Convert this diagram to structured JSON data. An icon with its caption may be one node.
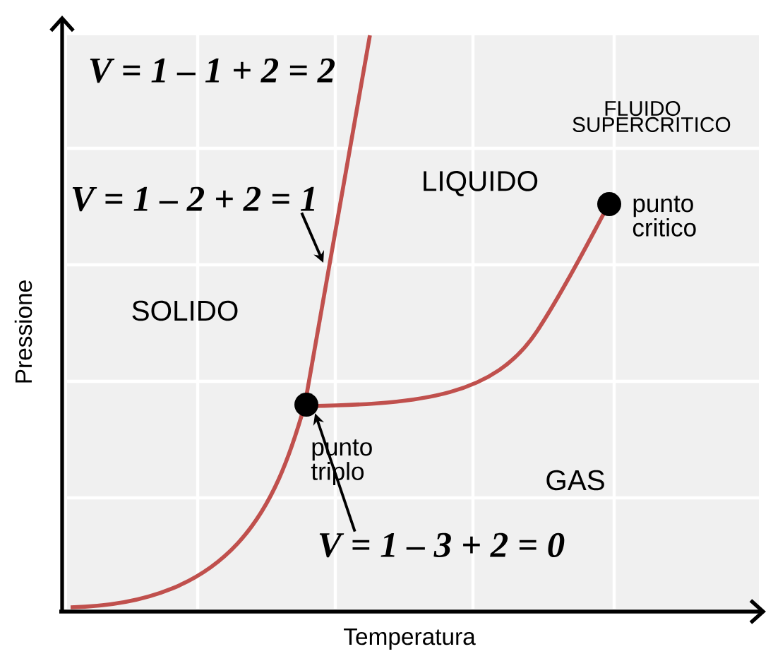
{
  "diagram": {
    "nodes": [
      {
        "text": [
          "V = 1 – 2 + 2 = 1"
        ]
      },
      {
        "text": [
          "V = 1 – 3 + 2 = 0"
        ]
      },
      {
        "text": [],
        "shape": "circle",
        "beside": [
          "punto triplo"
        ]
      },
      {
        "text": [],
        "shape": "circle",
        "beside": [
          "punto critico"
        ]
      }
    ],
    "edges": [
      {
        "from": 0,
        "to": null,
        "arrow": "to"
      },
      {
        "from": 1,
        "to": 2,
        "arrow": "to"
      }
    ],
    "labels": [
      "V = 1 – 1 + 2 = 2",
      "FLUIDO SUPERCRITICO",
      "LIQUIDO",
      "SOLIDO",
      "GAS",
      "Pressione",
      "Temperatura"
    ]
  }
}
